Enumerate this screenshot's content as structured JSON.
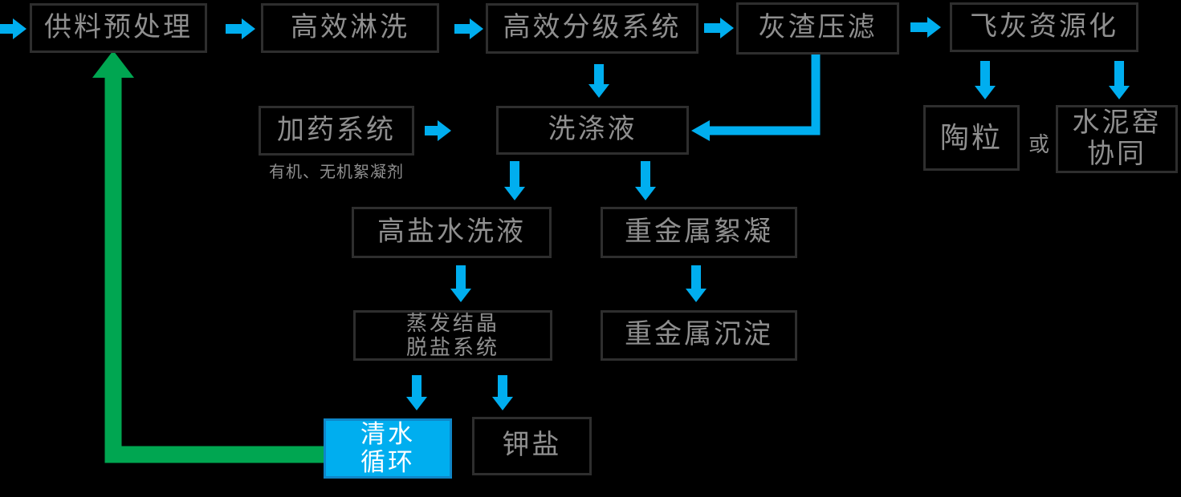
{
  "flowchart": {
    "nodes": {
      "feed_pretreatment": {
        "label": "供料预处理"
      },
      "efficient_rinsing": {
        "label": "高效淋洗"
      },
      "classification_system": {
        "label": "高效分级系统"
      },
      "ash_residue_press": {
        "label": "灰渣压滤"
      },
      "fly_ash_resourcing": {
        "label": "飞灰资源化"
      },
      "dosing_system": {
        "label": "加药系统",
        "caption": "有机、无机絮凝剂"
      },
      "washing_liquid": {
        "label": "洗涤液"
      },
      "ceramsite": {
        "label": "陶粒"
      },
      "cement_kiln": {
        "label": "水泥窑\n协同"
      },
      "or_connector": {
        "label": "或"
      },
      "high_salt_wash": {
        "label": "高盐水洗液"
      },
      "heavy_metal_flocculation": {
        "label": "重金属絮凝"
      },
      "evaporation_desalination": {
        "label": "蒸发结晶\n脱盐系统"
      },
      "heavy_metal_precipitation": {
        "label": "重金属沉淀"
      },
      "clean_water_cycle": {
        "label": "清水\n循环"
      },
      "potassium_salt": {
        "label": "钾盐"
      }
    },
    "colors": {
      "arrow_blue": "#00AEEF",
      "recycle_green": "#00A651",
      "highlight_fill": "#00AEEF",
      "highlight_border": "#0E86C8",
      "box_border": "#2E2E2E",
      "text_gray": "#8F8F8F",
      "background": "#000000"
    }
  }
}
